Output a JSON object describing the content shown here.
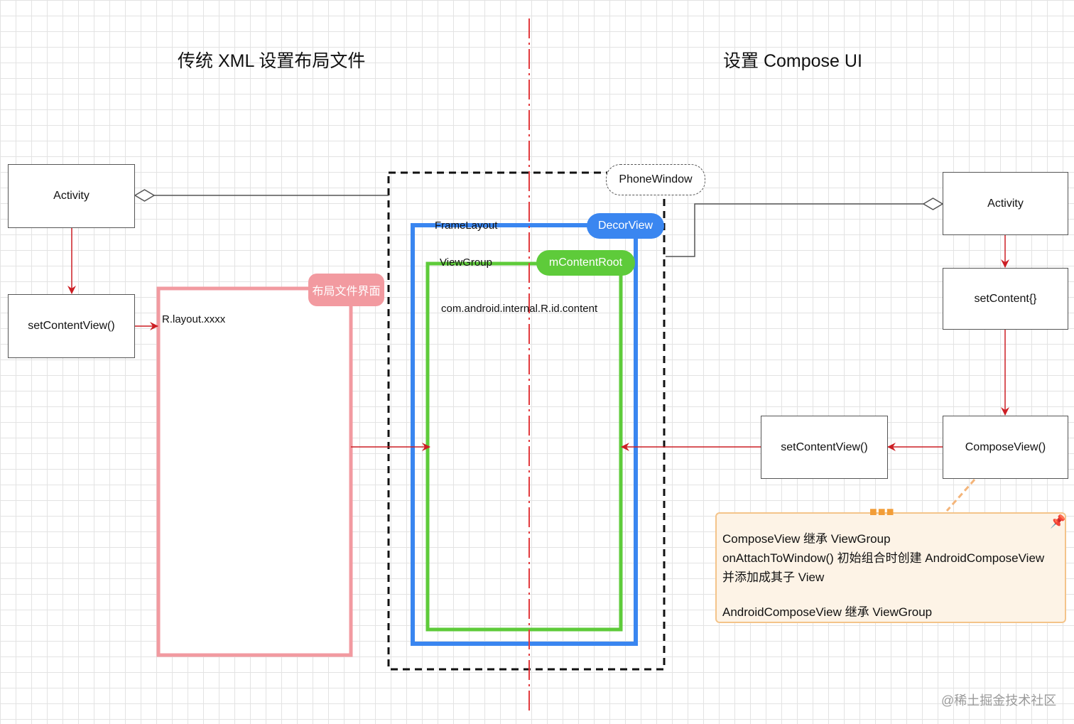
{
  "headings": {
    "left": "传统 XML 设置布局文件",
    "right": "设置 Compose UI"
  },
  "left_flow": {
    "activity": "Activity",
    "set_content_view": "setContentView()",
    "layout_ref": "R.layout.xxxx",
    "layout_tag": "布局文件界面"
  },
  "center": {
    "phone_window": "PhoneWindow",
    "frame_layout": "FrameLayout",
    "decor_view": "DecorView",
    "view_group": "ViewGroup",
    "content_root": "mContentRoot",
    "content_id": "com.android.internal.R.id.content"
  },
  "right_flow": {
    "activity": "Activity",
    "set_content": "setContent{}",
    "compose_view": "ComposeView()",
    "set_content_view": "setContentView()"
  },
  "note": {
    "line1": "ComposeView 继承 ViewGroup",
    "line2": "onAttachToWindow() 初始组合时创建 AndroidComposeView",
    "line3": "并添加成其子 View",
    "line4": "AndroidComposeView 继承 ViewGroup"
  },
  "watermark": "@稀土掘金技术社区",
  "colors": {
    "pink": "#f29aa0",
    "blue": "#3a86f0",
    "green": "#5ecb3a",
    "arrow_red": "#cc1e24",
    "note_bg": "#fdf3e6",
    "note_border": "#f4c48a"
  },
  "icons": [
    "pin-icon",
    "more-dots-icon"
  ]
}
